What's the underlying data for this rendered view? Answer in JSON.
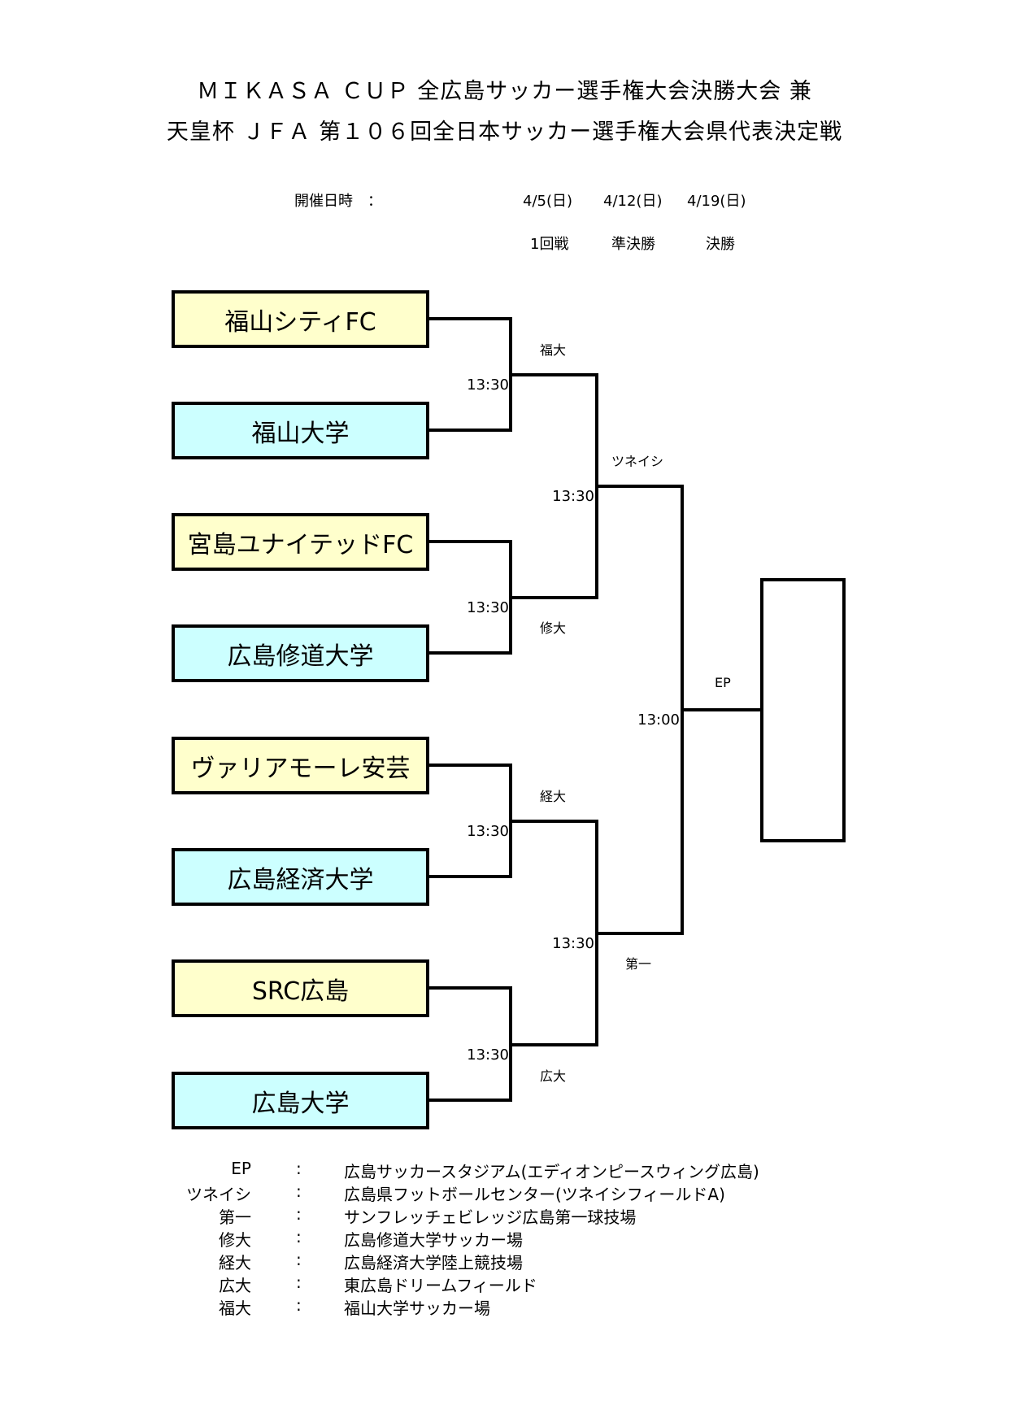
{
  "title": {
    "line1": "ＭＩＫＡＳＡ ＣＵＰ 全広島サッカー選手権大会決勝大会 兼",
    "line2": "天皇杯 ＪＦＡ 第１０６回全日本サッカー選手権大会県代表決定戦"
  },
  "schedule": {
    "label": "開催日時　：",
    "dates": [
      "4/5(日)",
      "4/12(日)",
      "4/19(日)"
    ],
    "rounds": [
      "1回戦",
      "準決勝",
      "決勝"
    ]
  },
  "teams": [
    {
      "name": "福山シティFC",
      "color": "#ffffcc"
    },
    {
      "name": "福山大学",
      "color": "#ccffff"
    },
    {
      "name": "宮島ユナイテッドFC",
      "color": "#ffffcc"
    },
    {
      "name": "広島修道大学",
      "color": "#ccffff"
    },
    {
      "name": "ヴァリアモーレ安芸",
      "color": "#ffffcc"
    },
    {
      "name": "広島経済大学",
      "color": "#ccffff"
    },
    {
      "name": "SRC広島",
      "color": "#ffffcc"
    },
    {
      "name": "広島大学",
      "color": "#ccffff"
    }
  ],
  "round1": [
    {
      "time": "13:30",
      "venue": "福大"
    },
    {
      "time": "13:30",
      "venue": "修大"
    },
    {
      "time": "13:30",
      "venue": "経大"
    },
    {
      "time": "13:30",
      "venue": "広大"
    }
  ],
  "semifinals": [
    {
      "time": "13:30",
      "venue": "ツネイシ"
    },
    {
      "time": "13:30",
      "venue": "第一"
    }
  ],
  "final": {
    "time": "13:00",
    "venue": "EP",
    "winner": ""
  },
  "legend": [
    {
      "key": "EP",
      "sep": ":",
      "value": "広島サッカースタジアム(エディオンピースウィング広島)"
    },
    {
      "key": "ツネイシ",
      "sep": ":",
      "value": "広島県フットボールセンター(ツネイシフィールドA)"
    },
    {
      "key": "第一",
      "sep": ":",
      "value": "サンフレッチェビレッジ広島第一球技場"
    },
    {
      "key": "修大",
      "sep": ":",
      "value": "広島修道大学サッカー場"
    },
    {
      "key": "経大",
      "sep": ":",
      "value": "広島経済大学陸上競技場"
    },
    {
      "key": "広大",
      "sep": ":",
      "value": "東広島ドリームフィールド"
    },
    {
      "key": "福大",
      "sep": ":",
      "value": "福山大学サッカー場"
    }
  ]
}
